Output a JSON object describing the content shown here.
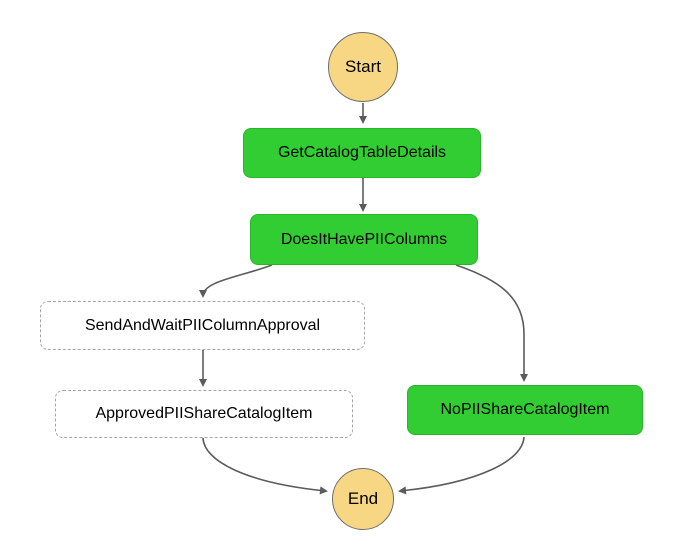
{
  "diagram": {
    "type": "workflow-graph",
    "nodes": {
      "start": {
        "label": "Start",
        "kind": "start"
      },
      "get_catalog_table_details": {
        "label": "GetCatalogTableDetails",
        "kind": "task-green"
      },
      "does_it_have_pii_columns": {
        "label": "DoesItHavePIIColumns",
        "kind": "task-green"
      },
      "send_and_wait_pii_column_approval": {
        "label": "SendAndWaitPIIColumnApproval",
        "kind": "pending-dashed"
      },
      "approved_pii_share_catalog_item": {
        "label": "ApprovedPIIShareCatalogItem",
        "kind": "pending-dashed"
      },
      "no_pii_share_catalog_item": {
        "label": "NoPIIShareCatalogItem",
        "kind": "task-green"
      },
      "end": {
        "label": "End",
        "kind": "end"
      }
    },
    "edges": [
      {
        "from": "Start",
        "to": "GetCatalogTableDetails"
      },
      {
        "from": "GetCatalogTableDetails",
        "to": "DoesItHavePIIColumns"
      },
      {
        "from": "DoesItHavePIIColumns",
        "to": "SendAndWaitPIIColumnApproval"
      },
      {
        "from": "DoesItHavePIIColumns",
        "to": "NoPIIShareCatalogItem"
      },
      {
        "from": "SendAndWaitPIIColumnApproval",
        "to": "ApprovedPIIShareCatalogItem"
      },
      {
        "from": "ApprovedPIIShareCatalogItem",
        "to": "End"
      },
      {
        "from": "NoPIIShareCatalogItem",
        "to": "End"
      }
    ],
    "colors": {
      "task_green": "#32cd32",
      "task_green_border": "#29b527",
      "terminal_yellow": "#f8d784",
      "terminal_border_gray": "#6e6e6e",
      "dashed_border_gray": "#a6a6a6",
      "edge_gray": "#5b5b5b",
      "background": "#ffffff"
    }
  }
}
